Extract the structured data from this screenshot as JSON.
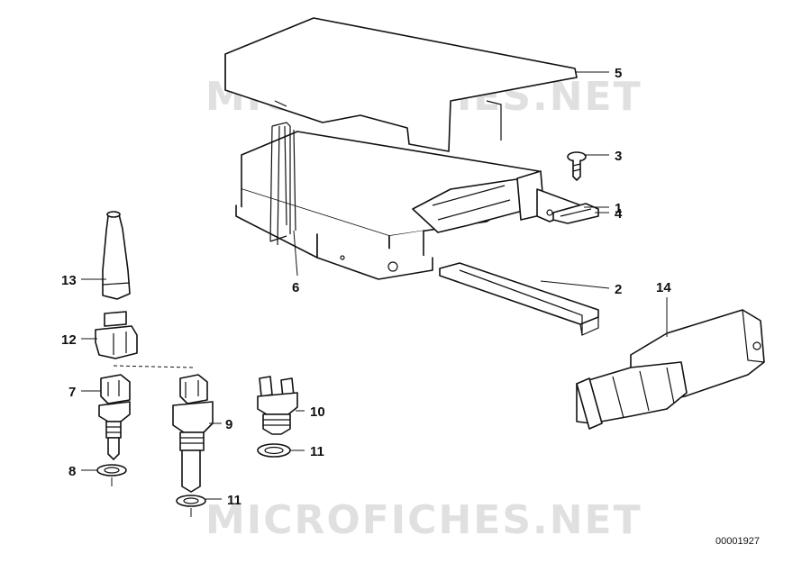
{
  "watermark_text": "MICROFICHES.NET",
  "diagram_code": "00001927",
  "callouts": {
    "p1": "1",
    "p2": "2",
    "p3": "3",
    "p4": "4",
    "p5": "5",
    "p6": "6",
    "p7": "7",
    "p8": "8",
    "p9": "9",
    "p10": "10",
    "p11a": "11",
    "p11b": "11",
    "p12": "12",
    "p13": "13",
    "p14": "14"
  }
}
